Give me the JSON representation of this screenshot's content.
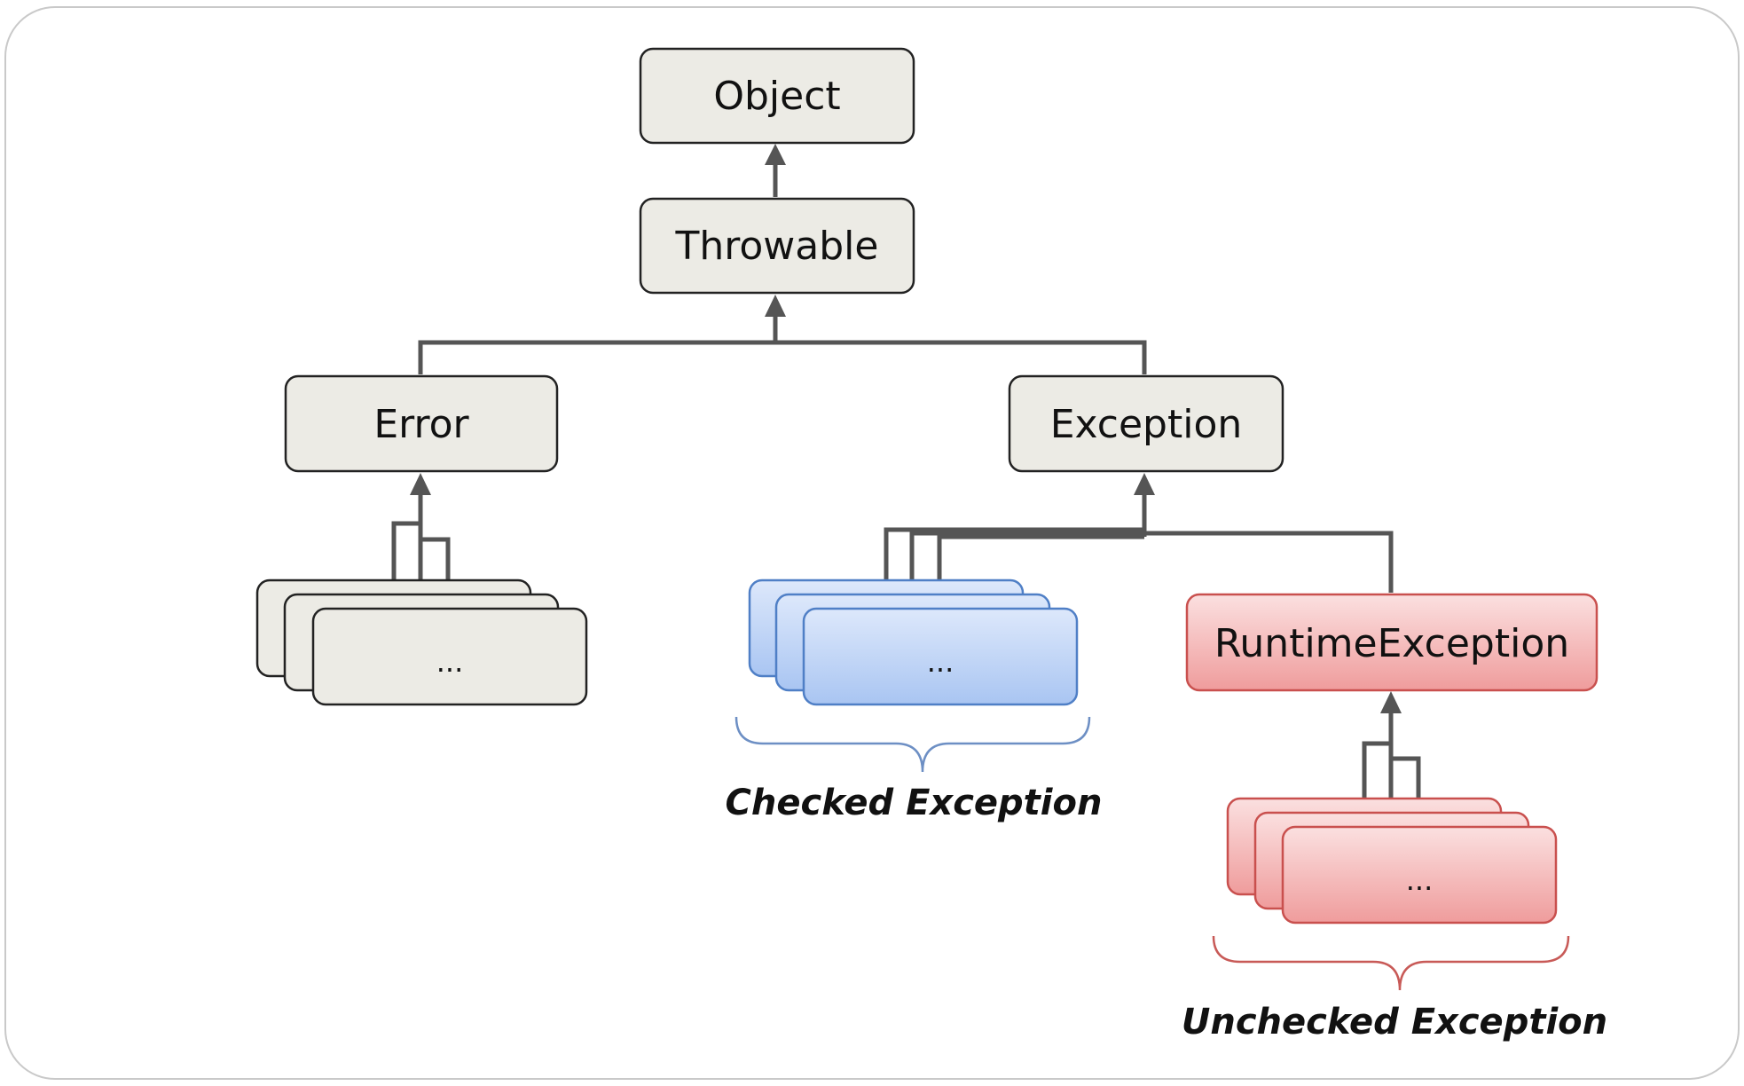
{
  "nodes": {
    "object": "Object",
    "throwable": "Throwable",
    "error": "Error",
    "exception": "Exception",
    "runtime_exception": "RuntimeException",
    "error_subclasses": "...",
    "checked_subclasses": "...",
    "runtime_subclasses": "..."
  },
  "captions": {
    "checked": "Checked Exception",
    "unchecked": "Unchecked Exception"
  },
  "colors": {
    "neutral_fill": "#ecebe5",
    "checked_fill_top": "#dde8fb",
    "checked_fill_bottom": "#a9c5f2",
    "checked_stroke": "#4f7fc6",
    "unchecked_fill_top": "#fbe0e0",
    "unchecked_fill_bottom": "#ef9c9c",
    "unchecked_stroke": "#c9504e",
    "connector": "#555555",
    "brace_checked": "#6d8fc4",
    "brace_unchecked": "#c85a57"
  }
}
